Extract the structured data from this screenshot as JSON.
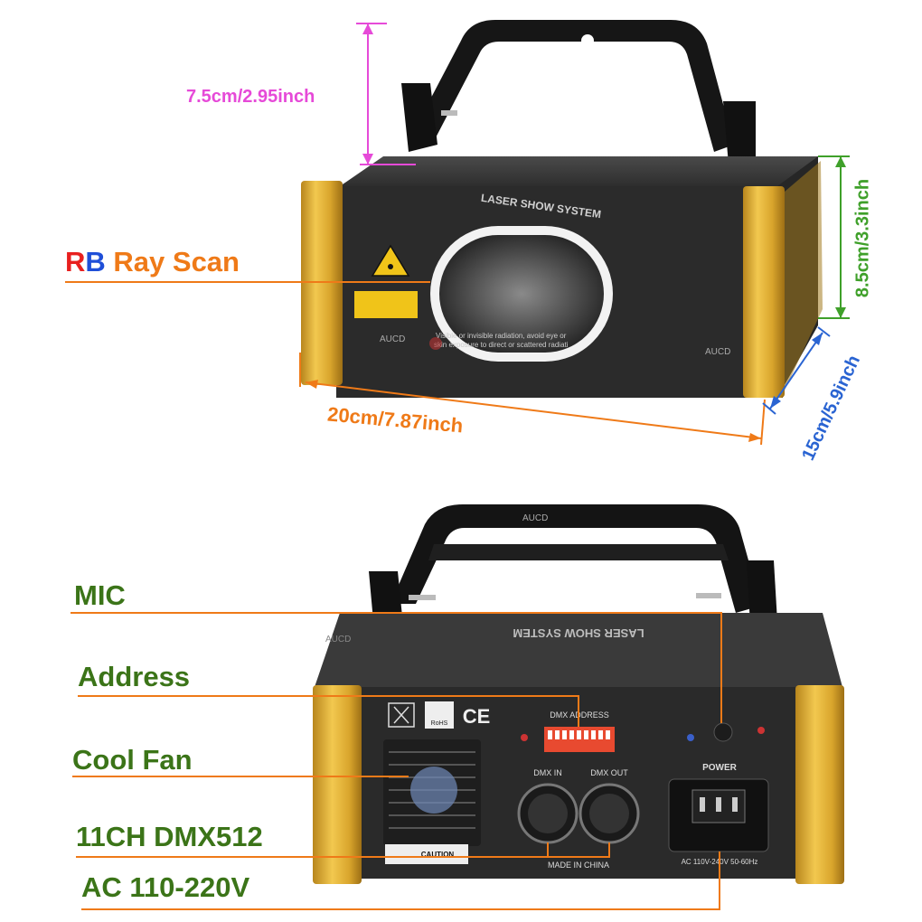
{
  "dimensions": {
    "height_top": "7.5cm/2.95inch",
    "height_body": "8.5cm/3.3inch",
    "width": "20cm/7.87inch",
    "depth": "15cm/5.9inch"
  },
  "front_feature": {
    "prefix_r": "R",
    "prefix_b": "B",
    "label": "Ray Scan"
  },
  "callouts": {
    "mic": "MIC",
    "address": "Address",
    "fan": "Cool Fan",
    "dmx": "11CH DMX512",
    "power": "AC 110-220V"
  },
  "device_text": {
    "brand": "AUCD",
    "system_name": "LASER SHOW SYSTEM",
    "dmx_address": "DMX ADDRESS",
    "dmx_in": "DMX IN",
    "dmx_out": "DMX OUT",
    "power": "POWER",
    "made_in": "MADE IN CHINA",
    "caution": "CAUTION",
    "rating": "AC 110V-240V 50-60Hz",
    "ce": "CE",
    "rohs": "RoHS"
  },
  "colors": {
    "pink": "#e64ad8",
    "green": "#3fa02a",
    "orange": "#ef7a18",
    "blue": "#2a64d2",
    "callout_text": "#3b7418",
    "gold": "#d9a52c",
    "body": "#2b2b2b"
  }
}
